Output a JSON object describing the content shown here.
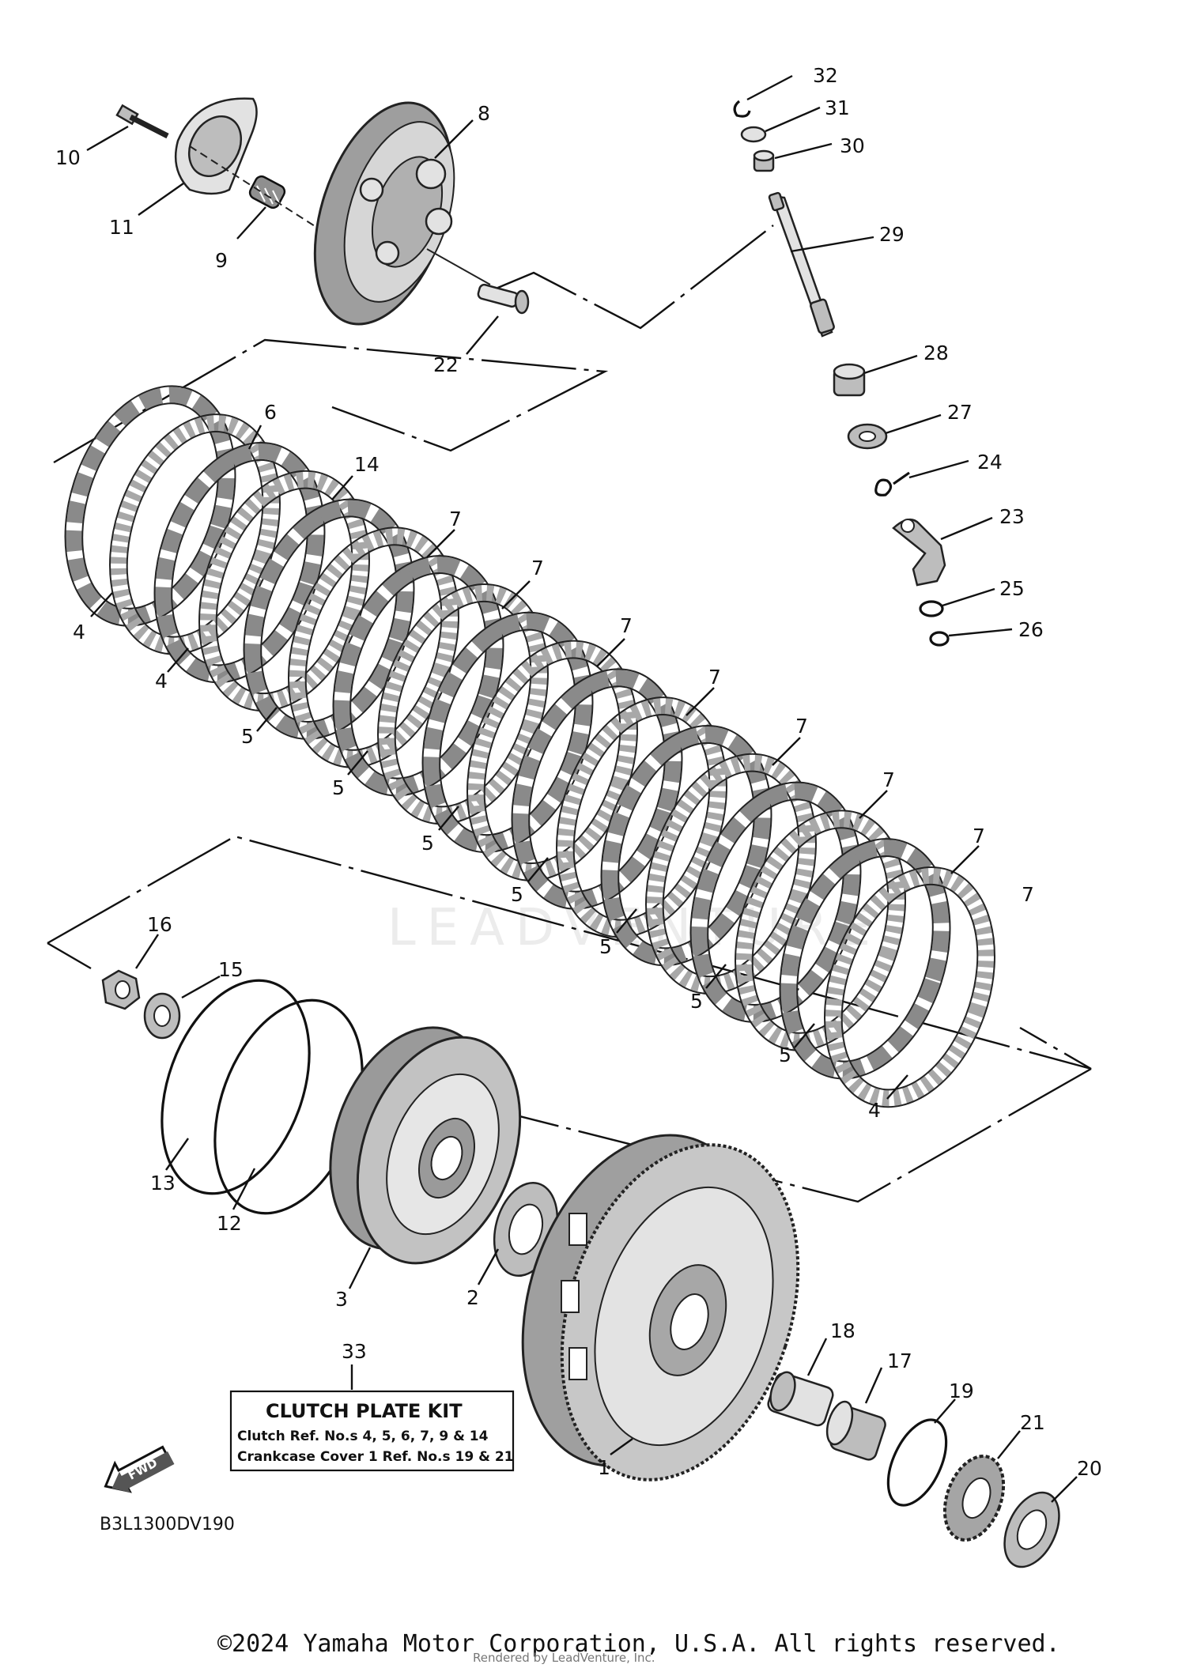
{
  "diagram_code": "B3L1300DV190",
  "watermark_text": "LEADVENTURE",
  "copyright": "©2024 Yamaha Motor Corporation, U.S.A. All rights reserved.",
  "rendered_by": "Rendered by LeadVenture, Inc.",
  "fwd_label": "FWD",
  "kit": {
    "ref_number": "33",
    "title": "CLUTCH PLATE KIT",
    "line1": "Clutch  Ref. No.s  4, 5, 6, 7, 9 & 14",
    "line2": "Crankcase Cover 1  Ref. No.s  19 & 21"
  },
  "callouts": [
    {
      "id": "c32",
      "label": "32"
    },
    {
      "id": "c31",
      "label": "31"
    },
    {
      "id": "c30",
      "label": "30"
    },
    {
      "id": "c29",
      "label": "29"
    },
    {
      "id": "c28",
      "label": "28"
    },
    {
      "id": "c27",
      "label": "27"
    },
    {
      "id": "c24",
      "label": "24"
    },
    {
      "id": "c23",
      "label": "23"
    },
    {
      "id": "c25",
      "label": "25"
    },
    {
      "id": "c26",
      "label": "26"
    },
    {
      "id": "c8",
      "label": "8"
    },
    {
      "id": "c10",
      "label": "10"
    },
    {
      "id": "c11",
      "label": "11"
    },
    {
      "id": "c9",
      "label": "9"
    },
    {
      "id": "c22",
      "label": "22"
    },
    {
      "id": "c6",
      "label": "6"
    },
    {
      "id": "c14",
      "label": "14"
    },
    {
      "id": "c4a",
      "label": "4"
    },
    {
      "id": "c4b",
      "label": "4"
    },
    {
      "id": "c4c",
      "label": "4"
    },
    {
      "id": "c5a",
      "label": "5"
    },
    {
      "id": "c5b",
      "label": "5"
    },
    {
      "id": "c5c",
      "label": "5"
    },
    {
      "id": "c5d",
      "label": "5"
    },
    {
      "id": "c5e",
      "label": "5"
    },
    {
      "id": "c5f",
      "label": "5"
    },
    {
      "id": "c5g",
      "label": "5"
    },
    {
      "id": "c7a",
      "label": "7"
    },
    {
      "id": "c7b",
      "label": "7"
    },
    {
      "id": "c7c",
      "label": "7"
    },
    {
      "id": "c7d",
      "label": "7"
    },
    {
      "id": "c7e",
      "label": "7"
    },
    {
      "id": "c7f",
      "label": "7"
    },
    {
      "id": "c7g",
      "label": "7"
    },
    {
      "id": "c7h",
      "label": "7"
    },
    {
      "id": "c16",
      "label": "16"
    },
    {
      "id": "c15",
      "label": "15"
    },
    {
      "id": "c13",
      "label": "13"
    },
    {
      "id": "c12",
      "label": "12"
    },
    {
      "id": "c3",
      "label": "3"
    },
    {
      "id": "c2",
      "label": "2"
    },
    {
      "id": "c1",
      "label": "1"
    },
    {
      "id": "c18",
      "label": "18"
    },
    {
      "id": "c17",
      "label": "17"
    },
    {
      "id": "c19",
      "label": "19"
    },
    {
      "id": "c21",
      "label": "21"
    },
    {
      "id": "c20",
      "label": "20"
    }
  ]
}
